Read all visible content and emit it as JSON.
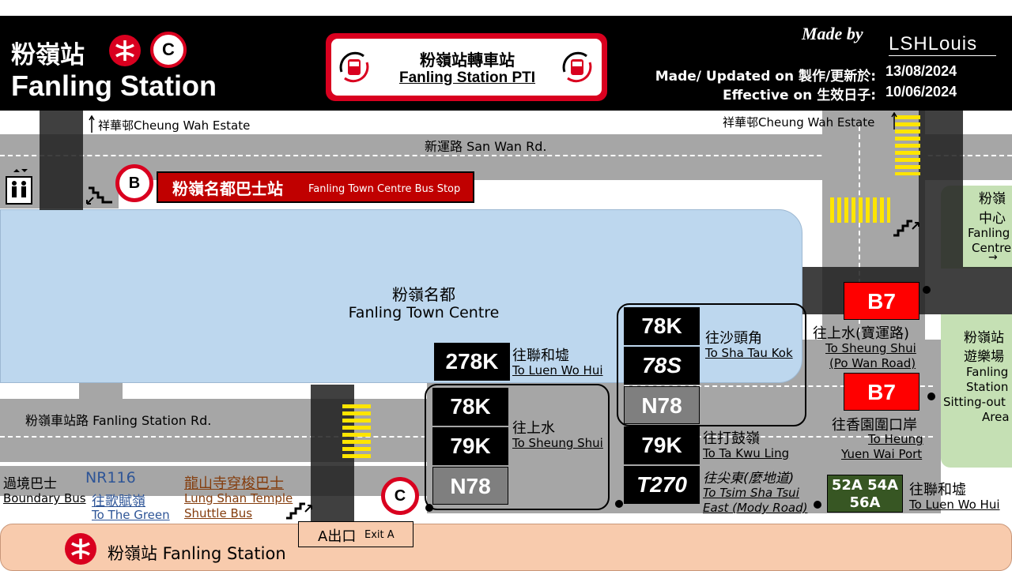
{
  "header": {
    "station_zh": "粉嶺站",
    "station_en": "Fanling Station",
    "exit_letter": "C",
    "pti_zh": "粉嶺站轉車站",
    "pti_en": "Fanling Station PTI",
    "made_by": "Made by",
    "author": "LSHLouis",
    "updated_label": "Made/ Updated on 製作/更新於:",
    "updated_value": "13/08/2024",
    "effective_label": "Effective on 生效日子:",
    "effective_value": "10/06/2024"
  },
  "colors": {
    "mtr_red": "#d9001f",
    "route_black": "#000000",
    "route_gray": "#7f7f7f",
    "route_red": "#ff0000",
    "route_green": "#375623",
    "town_centre": "#bdd7ee",
    "station": "#f8cbad",
    "sitting_area": "#c5e0b4"
  },
  "map": {
    "cheung_wah_left": "祥華邨Cheung Wah Estate",
    "cheung_wah_right": "祥華邨Cheung Wah Estate",
    "san_wan_rd": "新運路 San Wan Rd.",
    "bus_stop_letter": "B",
    "bus_stop_label_zh": "粉嶺名都巴士站",
    "bus_stop_label_en": "Fanling Town Centre Bus Stop",
    "town_centre_zh": "粉嶺名都",
    "town_centre_en": "Fanling Town Centre",
    "fanling_station_rd": "粉嶺車站路 Fanling Station Rd.",
    "fanling_centre_zh1": "粉嶺",
    "fanling_centre_zh2": "中心",
    "fanling_centre_en1": "Fanling",
    "fanling_centre_en2": "Centre",
    "fanling_centre_arrow": "→",
    "sitting_zh1": "粉嶺站",
    "sitting_zh2": "遊樂場",
    "sitting_en1": "Fanling",
    "sitting_en2": "Station",
    "sitting_en3": "Sitting-out",
    "sitting_en4": "Area",
    "boundary_zh": "過境巴士",
    "boundary_en": "Boundary Bus",
    "nr116_route": "NR116",
    "nr116_zh": "往歌賦嶺",
    "nr116_en": "To The Green",
    "lung_shan_zh": "龍山寺穿梭巴士",
    "lung_shan_en1": "Lung Shan Temple",
    "lung_shan_en2": "Shuttle Bus",
    "exit_c": "C",
    "exit_a_zh": "A出口",
    "exit_a_en": "Exit A",
    "station_bottom": "粉嶺站 Fanling Station",
    "icons": [
      "mtr-logo-icon",
      "bus-icon",
      "lift-icon",
      "stairs-icon",
      "arrow-up-icon"
    ]
  },
  "routes": {
    "luen_wo_hui": {
      "route": "278K",
      "zh": "往聯和墟",
      "en": "To Luen Wo Hui"
    },
    "sheung_shui": {
      "routes": [
        "78K",
        "79K",
        "N78"
      ],
      "zh": "往上水",
      "en": "To Sheung Shui"
    },
    "sha_tau_kok": {
      "routes": [
        "78K",
        "78S",
        "N78"
      ],
      "zh": "往沙頭角",
      "en": "To Sha Tau Kok"
    },
    "ta_kwu_ling": {
      "route": "79K",
      "zh": "往打鼓嶺",
      "en": "To Ta Kwu Ling"
    },
    "tst_east": {
      "route": "T270",
      "zh": "往尖東(麼地道)",
      "en1": "To Tsim Sha Tsui",
      "en2": "East (Mody Road)"
    },
    "po_wan": {
      "route": "B7",
      "zh": "往上水(寶運路)",
      "en1": "To Sheung Shui",
      "en2": "(Po Wan Road)"
    },
    "heung_yuen_wai": {
      "route": "B7",
      "zh": "往香園圍口岸",
      "en1": "To Heung",
      "en2": "Yuen Wai Port"
    },
    "luen_wo_hui_green": {
      "routes": "52A 54A",
      "routes2": "56A",
      "zh": "往聯和墟",
      "en": "To Luen Wo Hui"
    }
  }
}
